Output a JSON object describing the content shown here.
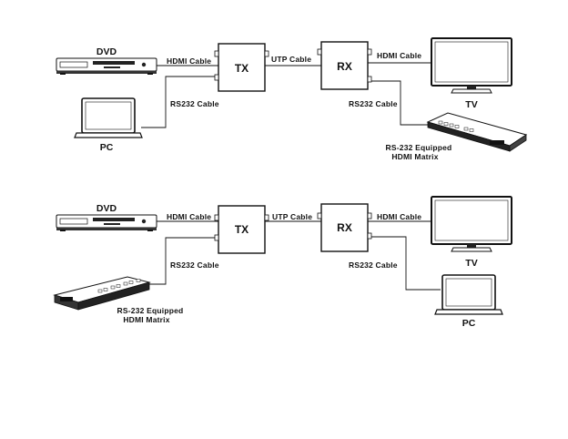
{
  "top": {
    "dvd": "DVD",
    "pc": "PC",
    "tx": "TX",
    "rx": "RX",
    "tv": "TV",
    "hdmi_left": "HDMI Cable",
    "utp": "UTP Cable",
    "hdmi_right": "HDMI Cable",
    "rs232_left": "RS232 Cable",
    "rs232_right": "RS232 Cable",
    "matrix_line1": "RS-232 Equipped",
    "matrix_line2": "HDMI Matrix"
  },
  "bottom": {
    "dvd": "DVD",
    "tx": "TX",
    "rx": "RX",
    "tv": "TV",
    "pc": "PC",
    "hdmi_left": "HDMI Cable",
    "utp": "UTP Cable",
    "hdmi_right": "HDMI Cable",
    "rs232_left": "RS232 Cable",
    "rs232_right": "RS232 Cable",
    "matrix_line1": "RS-232 Equipped",
    "matrix_line2": "HDMI Matrix"
  }
}
